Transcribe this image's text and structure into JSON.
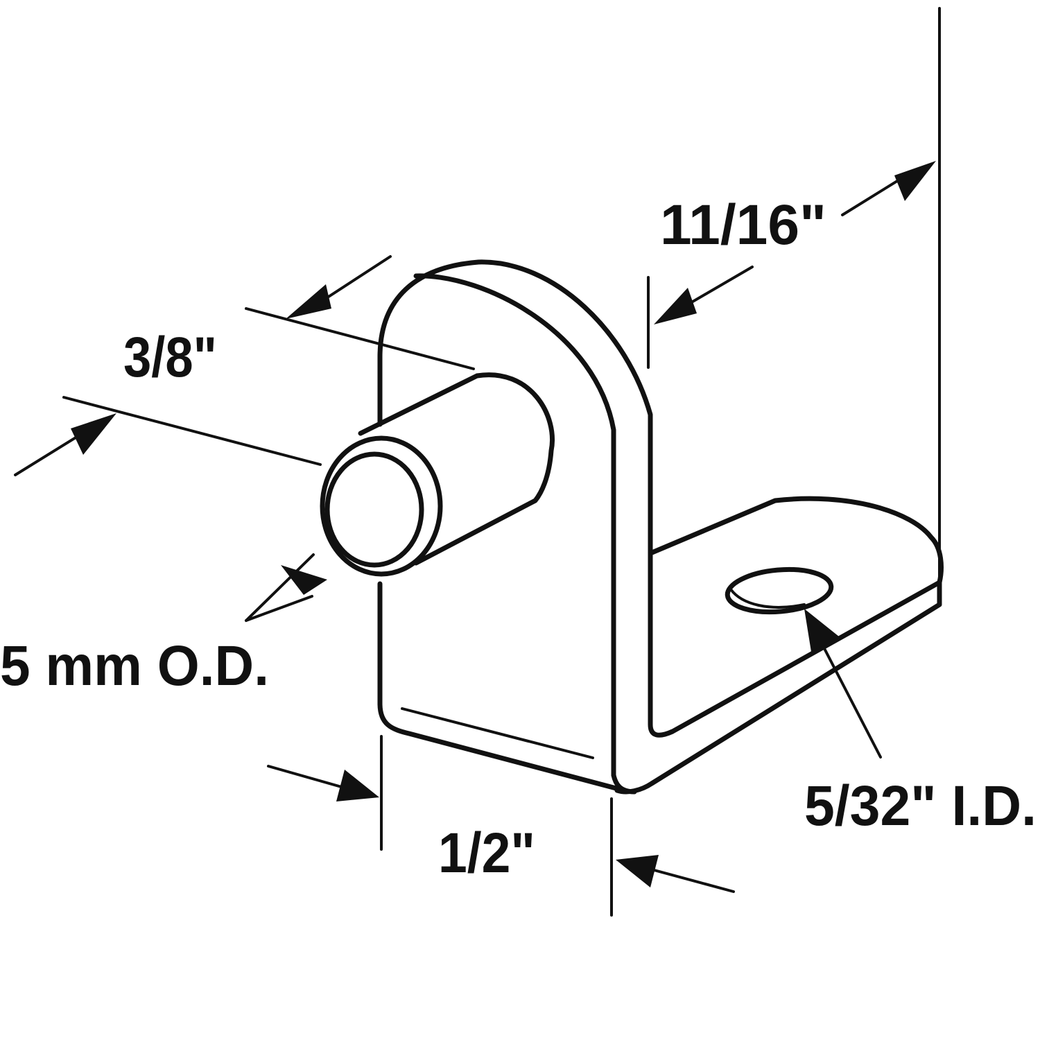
{
  "diagram": {
    "subject": "L-shaped shelf support peg with mounting hole",
    "colors": {
      "ink": "#111111",
      "background": "#ffffff"
    },
    "dimensions": {
      "pin_length": "3/8\"",
      "pin_diameter": "5 mm O.D.",
      "flange_length": "11/16\"",
      "bracket_width": "1/2\"",
      "hole_diameter": "5/32\" I.D."
    }
  }
}
